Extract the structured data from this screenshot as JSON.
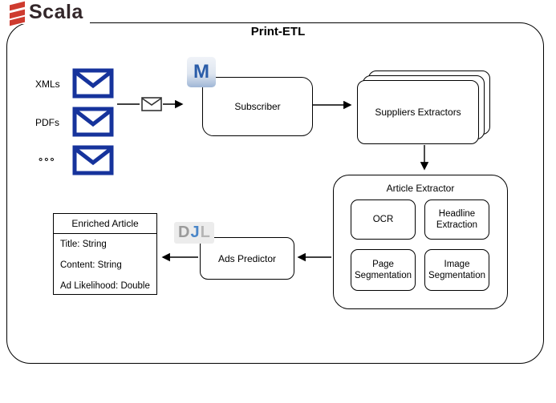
{
  "logo": {
    "text": "Scala"
  },
  "diagram": {
    "title": "Print-ETL",
    "inputs": {
      "items": [
        {
          "label": "XMLs"
        },
        {
          "label": "PDFs"
        },
        {
          "label": "°°°"
        }
      ]
    },
    "broker": {
      "letter": "M"
    },
    "subscriber": {
      "label": "Subscriber"
    },
    "suppliers": {
      "label": "Suppliers Extractors"
    },
    "article_extractor": {
      "label": "Article Extractor",
      "components": [
        "OCR",
        "Headline Extraction",
        "Page Segmentation",
        "Image Segmentation"
      ]
    },
    "djl": {
      "letters": [
        "D",
        "J",
        "L"
      ]
    },
    "ads_predictor": {
      "label": "Ads Predictor"
    },
    "enriched_article": {
      "title": "Enriched Article",
      "fields": [
        "Title: String",
        "Content: String",
        "Ad Likelihood: Double"
      ]
    }
  },
  "colors": {
    "envelope_blue": "#16339c",
    "scala_red": "#ce3b2f",
    "djl_blue": "#4a86c8",
    "line_black": "#000000"
  }
}
